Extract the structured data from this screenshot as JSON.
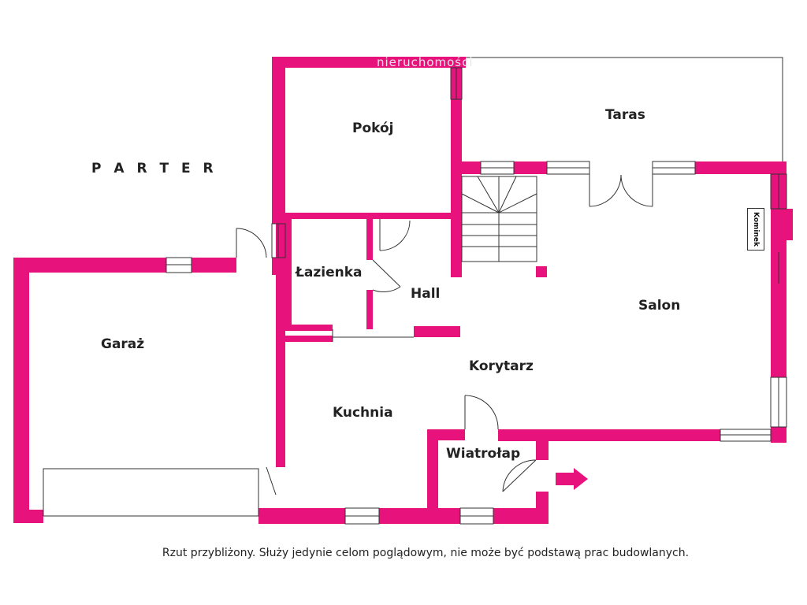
{
  "plan": {
    "title": "P A R T E R",
    "watermark": "nieruchomości",
    "note": "Rzut przybliżony. Służy jedynie celom poglądowym, nie może być podstawą prac budowlanych.",
    "rooms": {
      "pokoj": "Pokój",
      "taras": "Taras",
      "lazienka": "Łazienka",
      "hall": "Hall",
      "salon": "Salon",
      "garaz": "Garaż",
      "korytarz": "Korytarz",
      "kuchnia": "Kuchnia",
      "wiatrolap": "Wiatrołap",
      "kominek": "Kominek"
    },
    "colors": {
      "wall": "#e8127c",
      "line": "#333333",
      "text": "#222222"
    },
    "icons": {
      "entrance": "arrow-right-icon"
    }
  }
}
